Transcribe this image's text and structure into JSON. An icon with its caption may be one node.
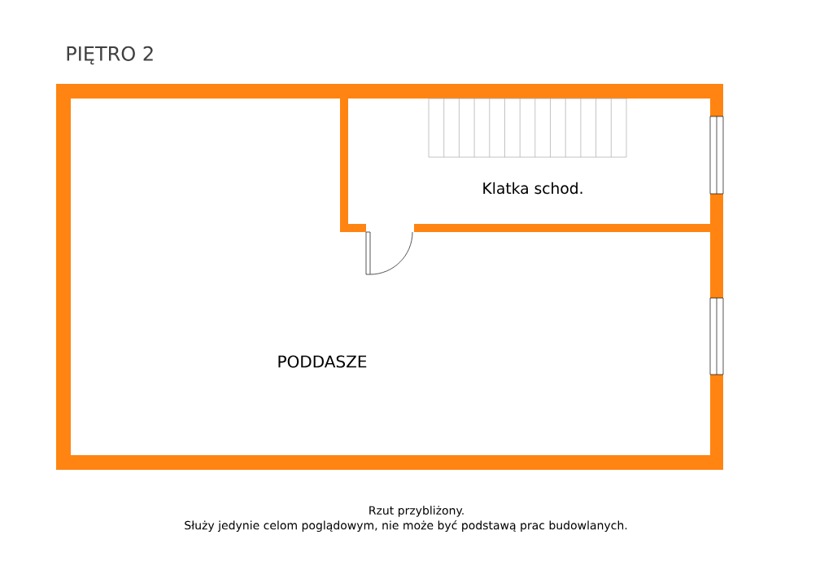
{
  "diagram": {
    "title": "PIĘTRO 2",
    "nodes": [
      {
        "text": [
          "Klatka schod."
        ]
      },
      {
        "text": [
          "PODDASZE"
        ]
      }
    ],
    "labels": [
      "Rzut przybliżony.",
      "Służy jedynie celom poglądowym, nie może być podstawą prac budowlanych."
    ]
  }
}
